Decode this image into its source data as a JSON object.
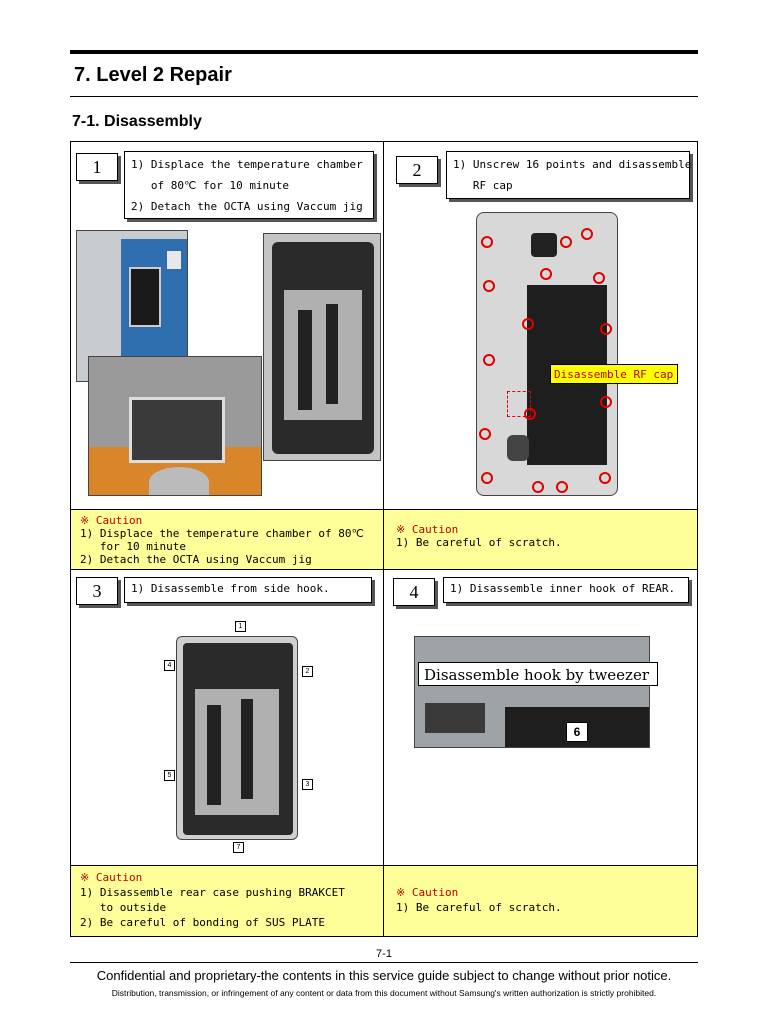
{
  "header": {
    "title": "7. Level 2 Repair",
    "subtitle": "7-1. Disassembly"
  },
  "steps": [
    {
      "number": "1",
      "instructions": [
        "1) Displace the temperature chamber",
        "   of 80℃ for 10 minute",
        "2) Detach the OCTA using Vaccum jig"
      ],
      "caution_title": "※ Caution",
      "caution_lines": [
        "1) Displace the temperature chamber of 80℃",
        "   for 10 minute",
        "2) Detach the OCTA using Vaccum jig"
      ]
    },
    {
      "number": "2",
      "instructions": [
        "1) Unscrew 16 points and disassemble",
        "   RF cap"
      ],
      "callout": "Disassemble RF cap",
      "caution_title": "※ Caution",
      "caution_lines": [
        "1) Be careful of scratch."
      ]
    },
    {
      "number": "3",
      "instructions": [
        "1) Disassemble from side hook."
      ],
      "hook_labels": [
        "1",
        "2",
        "3",
        "4",
        "5",
        "7"
      ],
      "caution_title": "※ Caution",
      "caution_lines": [
        "1) Disassemble rear case pushing BRAKCET",
        "   to outside",
        "2) Be careful of bonding of SUS PLATE"
      ]
    },
    {
      "number": "4",
      "instructions": [
        "1) Disassemble inner hook of REAR."
      ],
      "photo_caption": "Disassemble hook by tweezer",
      "photo_tag": "6",
      "caution_title": "※ Caution",
      "caution_lines": [
        "1) Be careful of scratch."
      ]
    }
  ],
  "footer": {
    "page_number": "7-1",
    "line1": "Confidential and proprietary-the contents in this service guide subject to change without prior notice.",
    "line2": "Distribution, transmission, or infringement of any content or data from this document without Samsung's written authorization is strictly prohibited."
  },
  "colors": {
    "caution_bg": "#ffff99",
    "caution_text": "#c00000",
    "screw_ring": "#e00000",
    "callout_bg": "#ffff00"
  }
}
